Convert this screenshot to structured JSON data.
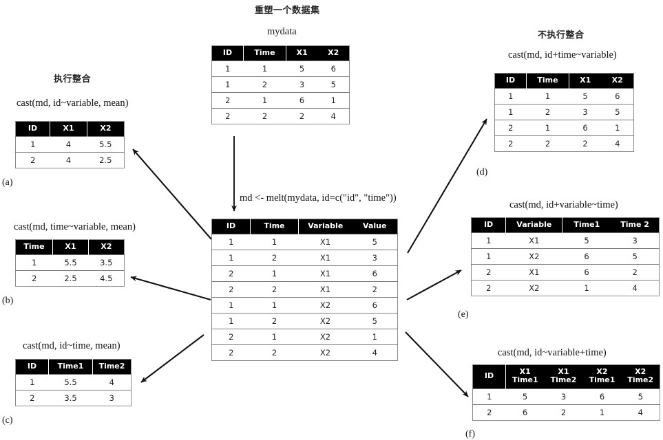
{
  "page": {
    "title": "重塑一个数据集",
    "left_section_title": "执行整合",
    "right_section_title": "不执行整合"
  },
  "center": {
    "source": {
      "caption": "mydata",
      "columns": [
        "ID",
        "Time",
        "X1",
        "X2"
      ],
      "rows": [
        [
          "1",
          "1",
          "5",
          "6"
        ],
        [
          "1",
          "2",
          "3",
          "5"
        ],
        [
          "2",
          "1",
          "6",
          "1"
        ],
        [
          "2",
          "2",
          "2",
          "4"
        ]
      ]
    },
    "melt_label": "md <- melt(mydata, id=c(\"id\", \"time\"))",
    "molten": {
      "columns": [
        "ID",
        "Time",
        "Variable",
        "Value"
      ],
      "rows": [
        [
          "1",
          "1",
          "X1",
          "5"
        ],
        [
          "1",
          "2",
          "X1",
          "3"
        ],
        [
          "2",
          "1",
          "X1",
          "6"
        ],
        [
          "2",
          "2",
          "X1",
          "2"
        ],
        [
          "1",
          "1",
          "X2",
          "6"
        ],
        [
          "1",
          "2",
          "X2",
          "5"
        ],
        [
          "2",
          "1",
          "X2",
          "1"
        ],
        [
          "2",
          "2",
          "X2",
          "4"
        ]
      ]
    }
  },
  "panels": {
    "a": {
      "label": "(a)",
      "code": "cast(md, id~variable, mean)",
      "columns": [
        "ID",
        "X1",
        "X2"
      ],
      "rows": [
        [
          "1",
          "4",
          "5.5"
        ],
        [
          "2",
          "4",
          "2.5"
        ]
      ]
    },
    "b": {
      "label": "(b)",
      "code": "cast(md, time~variable, mean)",
      "columns": [
        "Time",
        "X1",
        "X2"
      ],
      "rows": [
        [
          "1",
          "5.5",
          "3.5"
        ],
        [
          "2",
          "2.5",
          "4.5"
        ]
      ]
    },
    "c": {
      "label": "(c)",
      "code": "cast(md, id~time, mean)",
      "columns": [
        "ID",
        "Time1",
        "Time2"
      ],
      "rows": [
        [
          "1",
          "5.5",
          "4"
        ],
        [
          "2",
          "3.5",
          "3"
        ]
      ]
    },
    "d": {
      "label": "(d)",
      "code": "cast(md, id+time~variable)",
      "columns": [
        "ID",
        "Time",
        "X1",
        "X2"
      ],
      "rows": [
        [
          "1",
          "1",
          "5",
          "6"
        ],
        [
          "1",
          "2",
          "3",
          "5"
        ],
        [
          "2",
          "1",
          "6",
          "1"
        ],
        [
          "2",
          "2",
          "2",
          "4"
        ]
      ]
    },
    "e": {
      "label": "(e)",
      "code": "cast(md, id+variable~time)",
      "columns": [
        "ID",
        "Variable",
        "Time1",
        "Time 2"
      ],
      "rows": [
        [
          "1",
          "X1",
          "5",
          "3"
        ],
        [
          "1",
          "X2",
          "6",
          "5"
        ],
        [
          "2",
          "X1",
          "6",
          "2"
        ],
        [
          "2",
          "X2",
          "1",
          "4"
        ]
      ]
    },
    "f": {
      "label": "(f)",
      "code": "cast(md, id~variable+time)",
      "columns": [
        {
          "top": "ID",
          "bottom": ""
        },
        {
          "top": "X1",
          "bottom": "Time1"
        },
        {
          "top": "X1",
          "bottom": "Time2"
        },
        {
          "top": "X2",
          "bottom": "Time1"
        },
        {
          "top": "X2",
          "bottom": "Time2"
        }
      ],
      "rows": [
        [
          "1",
          "5",
          "3",
          "6",
          "5"
        ],
        [
          "2",
          "6",
          "2",
          "1",
          "4"
        ]
      ]
    }
  },
  "colors": {
    "header_bg": "#000000",
    "header_fg": "#ffffff",
    "border": "#7a7a7a",
    "arrow": "#111111",
    "text": "#1a1a1a"
  }
}
